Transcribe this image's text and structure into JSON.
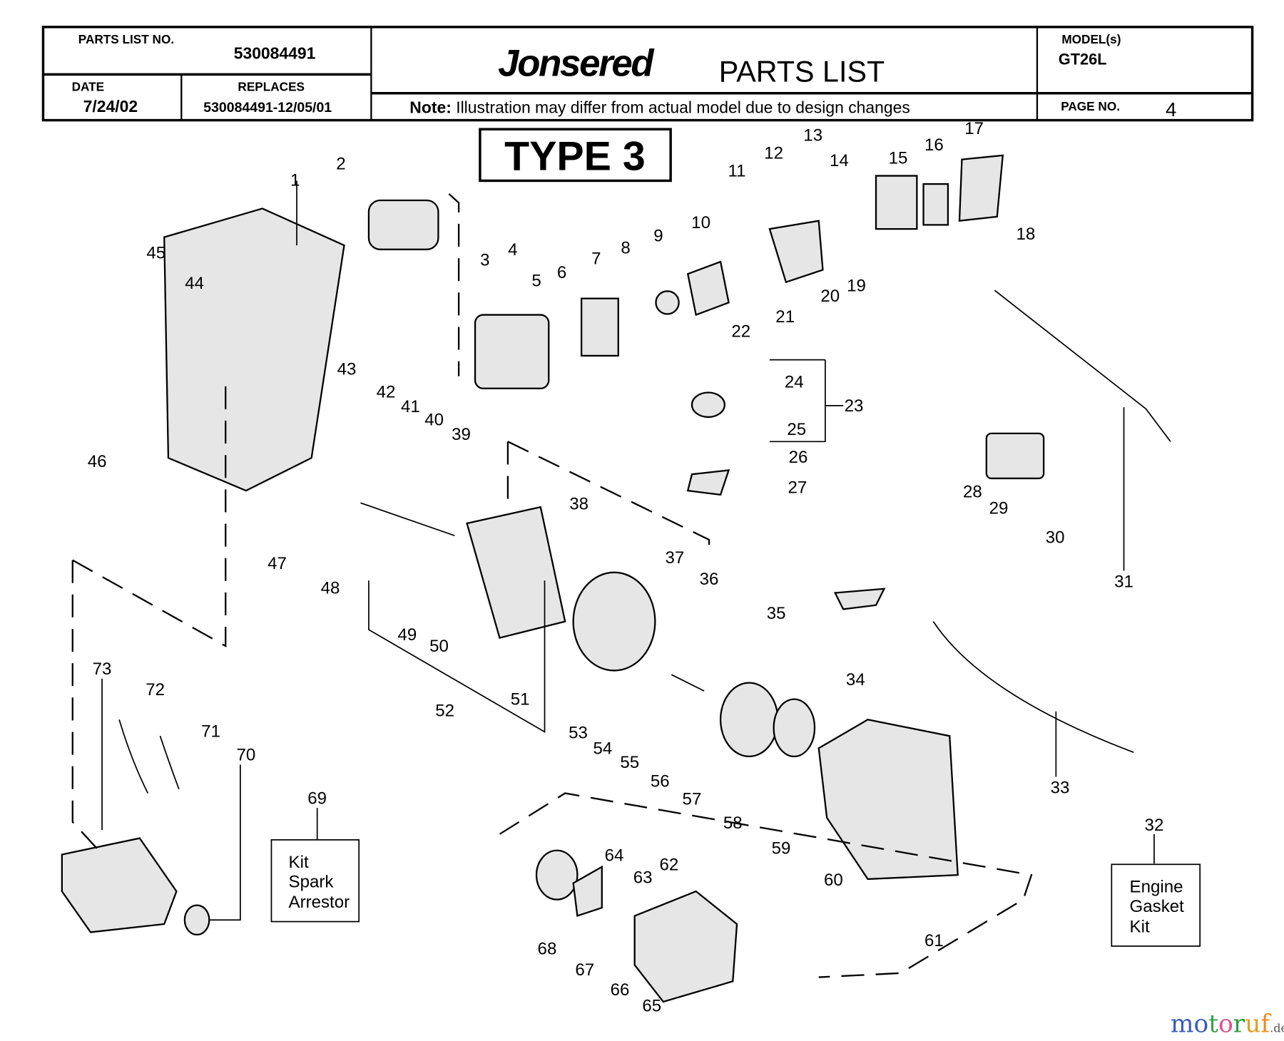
{
  "header": {
    "parts_list_no_label": "PARTS LIST NO.",
    "parts_list_no": "530084491",
    "date_label": "DATE",
    "date": "7/24/02",
    "replaces_label": "REPLACES",
    "replaces": "530084491-12/05/01",
    "brand": "Jonsered",
    "title": "PARTS LIST",
    "note_label": "Note:",
    "note": "Illustration may differ from actual model due to design changes",
    "models_label": "MODEL(s)",
    "model": "GT26L",
    "page_label": "PAGE  NO.",
    "page": "4"
  },
  "type_label": "TYPE 3",
  "callouts": [
    "1",
    "2",
    "3",
    "4",
    "5",
    "6",
    "7",
    "8",
    "9",
    "10",
    "11",
    "12",
    "13",
    "14",
    "15",
    "16",
    "17",
    "18",
    "19",
    "20",
    "21",
    "22",
    "23",
    "24",
    "25",
    "26",
    "27",
    "28",
    "29",
    "30",
    "31",
    "32",
    "33",
    "34",
    "35",
    "36",
    "37",
    "38",
    "39",
    "40",
    "41",
    "42",
    "43",
    "44",
    "45",
    "46",
    "47",
    "48",
    "49",
    "50",
    "51",
    "52",
    "53",
    "54",
    "55",
    "56",
    "57",
    "58",
    "59",
    "60",
    "61",
    "62",
    "63",
    "64",
    "65",
    "66",
    "67",
    "68",
    "69",
    "70",
    "71",
    "72",
    "73"
  ],
  "kits": {
    "spark_arrestor": [
      "Kit",
      "Spark",
      "Arrestor"
    ],
    "engine_gasket": [
      "Engine",
      "Gasket",
      "Kit"
    ]
  },
  "watermark": {
    "text": "motoruf",
    "suffix": ".de",
    "colors": [
      "#3b5bb5",
      "#3b5bb5",
      "#3aa04a",
      "#e0508a",
      "#2f9a3d",
      "#e0a020",
      "#f08a20"
    ]
  }
}
